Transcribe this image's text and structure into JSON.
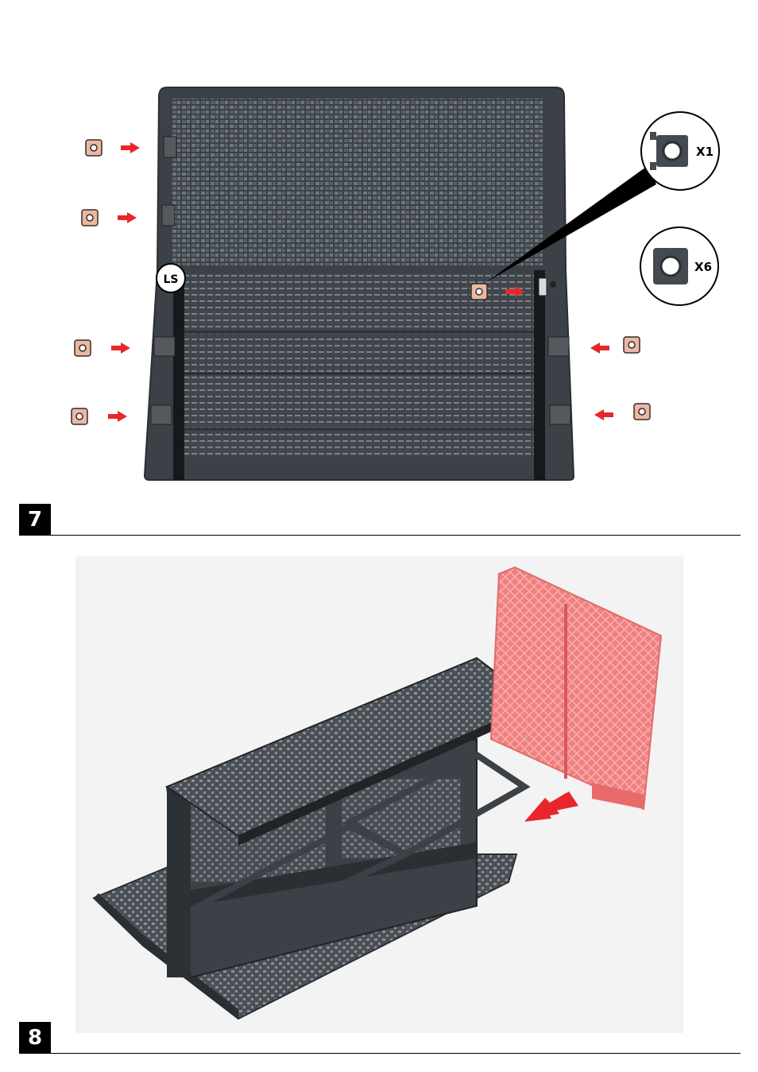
{
  "page": {
    "background": "#ffffff"
  },
  "colors": {
    "panel": "#3b4146",
    "panel_edge": "#2a2f33",
    "weave": "#6e757b",
    "arrow": "#e8262a",
    "clip_fill": "#e8b9a6",
    "highlight_panel": "#f08080"
  },
  "upper_figure": {
    "callout_clip_x1": {
      "icon": "clip-bracket-icon",
      "quantity": "X1"
    },
    "callout_clip_x6": {
      "icon": "square-clip-icon",
      "quantity": "X6"
    },
    "side_marker": "LS",
    "clips_left_count": 4,
    "clips_right_count": 2
  },
  "steps": [
    {
      "number": "7"
    },
    {
      "number": "8"
    }
  ]
}
